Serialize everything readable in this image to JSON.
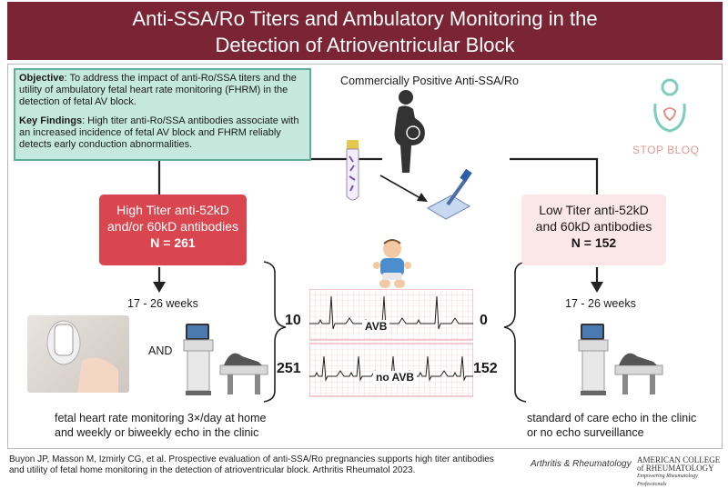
{
  "title_line1": "Anti-SSA/Ro Titers and Ambulatory Monitoring in the",
  "title_line2": "Detection of Atrioventricular Block",
  "objective_label": "Objective",
  "objective_text": ": To address the impact of anti-Ro/SSA titers and the utility of ambulatory fetal heart rate monitoring (FHRM) in the detection of fetal AV block.",
  "findings_label": "Key Findings",
  "findings_text": ": High titer anti-Ro/SSA antibodies associate with an increased incidence of fetal AV block and FHRM reliably detects early conduction abnormalities.",
  "top_label": "Commercially Positive Anti-SSA/Ro",
  "stop_bloq": "STOP BLOQ",
  "high_line1": "High Titer anti-52kD",
  "high_line2": "and/or 60kD antibodies",
  "high_n": "N = 261",
  "low_line1": "Low Titer anti-52kD",
  "low_line2": "and 60kD antibodies",
  "low_n": "N = 152",
  "weeks_left": "17 - 26 weeks",
  "weeks_right": "17 - 26 weeks",
  "and_label": "AND",
  "num_10": "10",
  "num_251": "251",
  "num_0": "0",
  "num_152": "152",
  "avb": "AVB",
  "no_avb": "no AVB",
  "left_bottom_1": "fetal heart rate monitoring 3×/day at home",
  "left_bottom_2": "and weekly or biweekly echo in the clinic",
  "right_bottom_1": "standard of care echo in the clinic",
  "right_bottom_2": "or no echo surveillance",
  "citation_1": "Buyon JP, Masson M, Izmirly CG, et al. Prospective evaluation of anti-SSA/Ro pregnancies supports high titer antibodies",
  "citation_2": "and utility of fetal home monitoring in the detection of atrioventricular block. Arthritis Rheumatol 2023.",
  "journal": "Arthritis & Rheumatology",
  "acr_1": "AMERICAN COLLEGE",
  "acr_2": "of RHEUMATOLOGY",
  "acr_3": "Empowering Rheumatology Professionals"
}
